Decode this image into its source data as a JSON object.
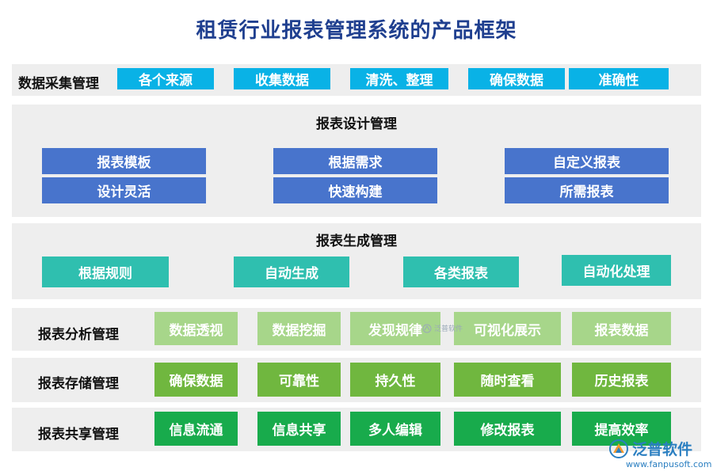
{
  "title": "租赁行业报表管理系统的产品框架",
  "sections": {
    "collect": {
      "label": "数据采集管理",
      "items": [
        "各个来源",
        "收集数据",
        "清洗、整理",
        "确保数据",
        "准确性"
      ]
    },
    "design": {
      "heading": "报表设计管理",
      "items": [
        [
          "报表模板",
          "设计灵活"
        ],
        [
          "根据需求",
          "快速构建"
        ],
        [
          "自定义报表",
          "所需报表"
        ]
      ]
    },
    "generate": {
      "heading": "报表生成管理",
      "items": [
        "根据规则",
        "自动生成",
        "各类报表",
        "自动化处理"
      ]
    },
    "analysis": {
      "label": "报表分析管理",
      "items": [
        "数据透视",
        "数据挖掘",
        "发现规律",
        "可视化展示",
        "报表数据"
      ]
    },
    "storage": {
      "label": "报表存储管理",
      "items": [
        "确保数据",
        "可靠性",
        "持久性",
        "随时查看",
        "历史报表"
      ]
    },
    "share": {
      "label": "报表共享管理",
      "items": [
        "信息流通",
        "信息共享",
        "多人编辑",
        "修改报表",
        "提高效率"
      ]
    }
  },
  "watermark": "泛普软件",
  "logo": {
    "name": "泛普软件",
    "url": "www.fanpusoft.com",
    "icon": "fanpu-logo-icon"
  },
  "colors": {
    "title": "#1f3f8f",
    "collect": "#09b2e6",
    "design": "#4874cc",
    "generate": "#2fbfaf",
    "analysis": "#a7d68a",
    "storage": "#70b73f",
    "share": "#18ab4c",
    "panel": "#eeeeee"
  }
}
